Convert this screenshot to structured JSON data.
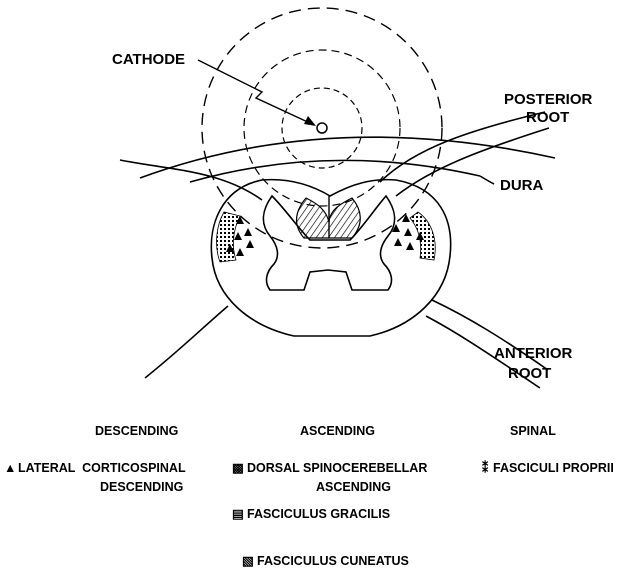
{
  "labels": {
    "cathode": "CATHODE",
    "posterior_root": [
      "POSTERIOR",
      "ROOT"
    ],
    "dura": "DURA",
    "anterior_root": [
      "ANTERIOR",
      "ROOT"
    ]
  },
  "legend": {
    "headers": [
      "DESCENDING",
      "ASCENDING",
      "SPINAL"
    ],
    "descending": {
      "symbol": "▲",
      "label": "LATERAL  CORTICOSPINAL",
      "sub": "DESCENDING"
    },
    "ascending": [
      {
        "symbol": "▩",
        "label": "DORSAL SPINOCEREBELLAR",
        "sub": "ASCENDING"
      },
      {
        "symbol": "▤",
        "label": "FASCICULUS GRACILIS"
      },
      {
        "symbol": "▧",
        "label": "FASCICULUS CUNEATUS"
      }
    ],
    "spinal": {
      "symbol": "⁑",
      "label": "FASCICULI PROPRII"
    }
  }
}
